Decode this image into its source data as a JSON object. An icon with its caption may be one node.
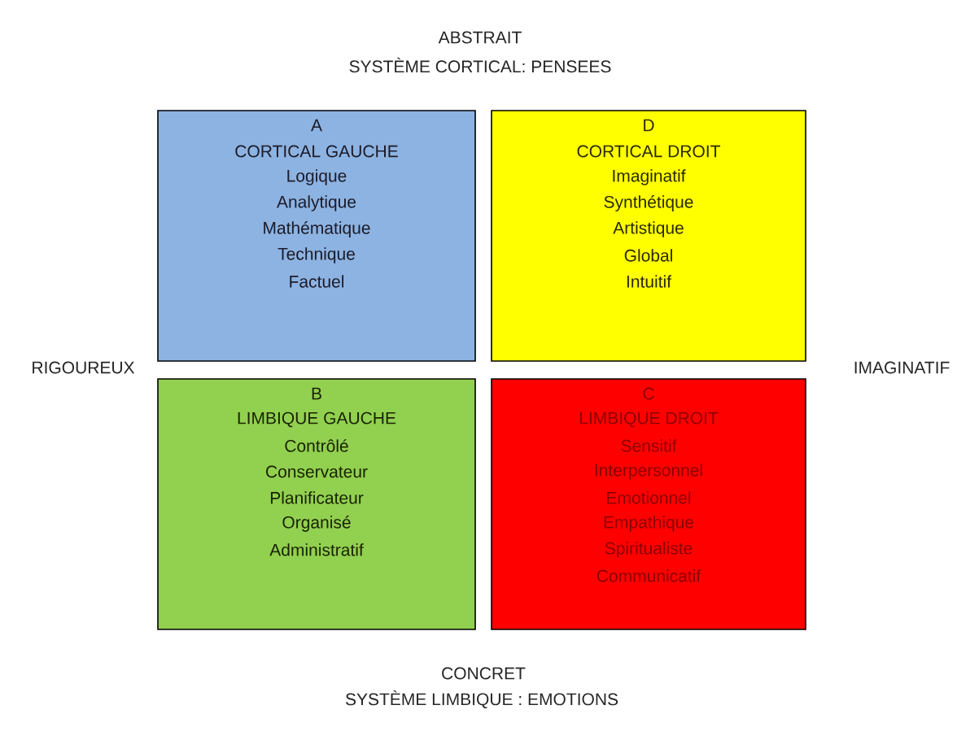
{
  "diagram": {
    "nodes": [
      {
        "text": [
          "A",
          "CORTICAL GAUCHE",
          "Logique",
          "Analytique",
          "Mathématique",
          "Technique",
          "Factuel"
        ]
      },
      {
        "text": [
          "D",
          "CORTICAL DROIT",
          "Imaginatif",
          "Synthétique",
          "Artistique",
          "Global",
          "Intuitif"
        ]
      },
      {
        "text": [
          "B",
          "LIMBIQUE GAUCHE",
          "Contrôlé",
          "Conservateur",
          "Planificateur",
          "Organisé",
          "Administratif"
        ]
      },
      {
        "text": [
          "C",
          "LIMBIQUE DROIT",
          "Sensitif",
          "Interpersonnel",
          "Emotionnel",
          "Empathique",
          "Spiritualiste",
          "Communicatif"
        ]
      }
    ],
    "labels": [
      "ABSTRAIT",
      "SYSTÈME CORTICAL: PENSEES",
      "RIGOUREUX",
      "IMAGINATIF",
      "CONCRET",
      "SYSTÈME LIMBIQUE : EMOTIONS"
    ]
  }
}
